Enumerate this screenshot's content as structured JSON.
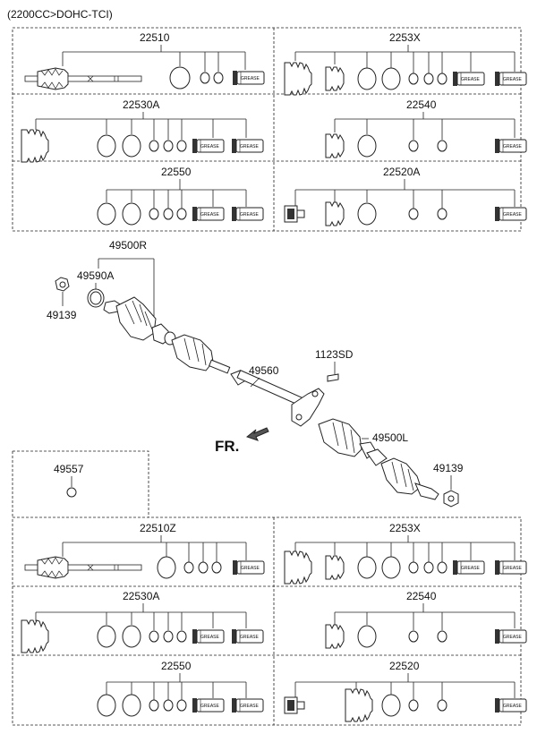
{
  "header": {
    "title": "(2200CC>DOHC-TCI)"
  },
  "kits": {
    "k22510": "22510",
    "k2253x_top": "2253X",
    "k22530a_top": "22530A",
    "k22540_top": "22540",
    "k22550_top": "22550",
    "k22520a": "22520A",
    "k22510z": "22510Z",
    "k2253x_bot": "2253X",
    "k22530a_bot": "22530A",
    "k22540_bot": "22540",
    "k22550_bot": "22550",
    "k22520": "22520"
  },
  "grease_text": "GREASE",
  "parts": {
    "p49500r": "49500R",
    "p49590a": "49590A",
    "p49139_left": "49139",
    "p49560": "49560",
    "p1123sd": "1123SD",
    "p49500l": "49500L",
    "p49139_right": "49139",
    "p49557": "49557"
  },
  "direction": {
    "label": "FR."
  }
}
